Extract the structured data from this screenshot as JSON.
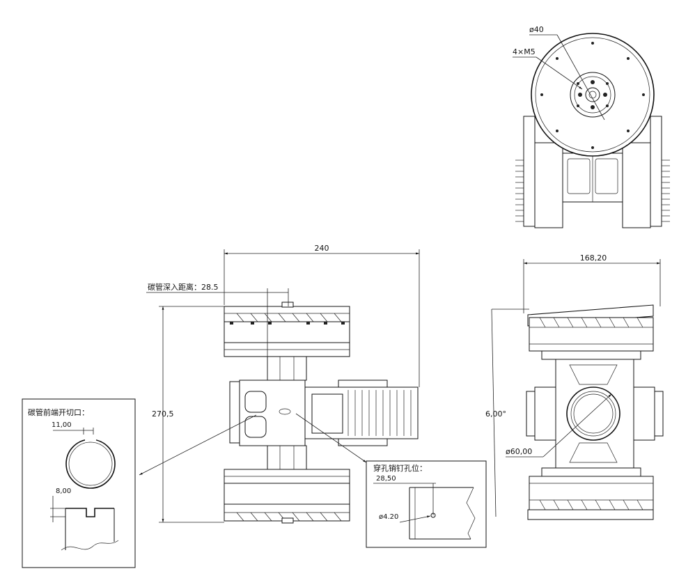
{
  "top_view": {
    "dia_label": "ø40",
    "bolt_label": "4×M5"
  },
  "side_view": {
    "width_label": "240",
    "height_label": "270,5",
    "carbon_depth_label": "碳管深入距离：28.5"
  },
  "front_view": {
    "width_label": "168,20",
    "angle_label": "6,00°",
    "tube_dia_label": "ø60,00"
  },
  "detail_cut": {
    "title": "碳管前端开切口：",
    "slot_width": "11,00",
    "slot_depth": "8,00"
  },
  "detail_pin": {
    "title": "穿孔销钉孔位：",
    "offset": "28,50",
    "hole_dia": "ø4.20"
  }
}
